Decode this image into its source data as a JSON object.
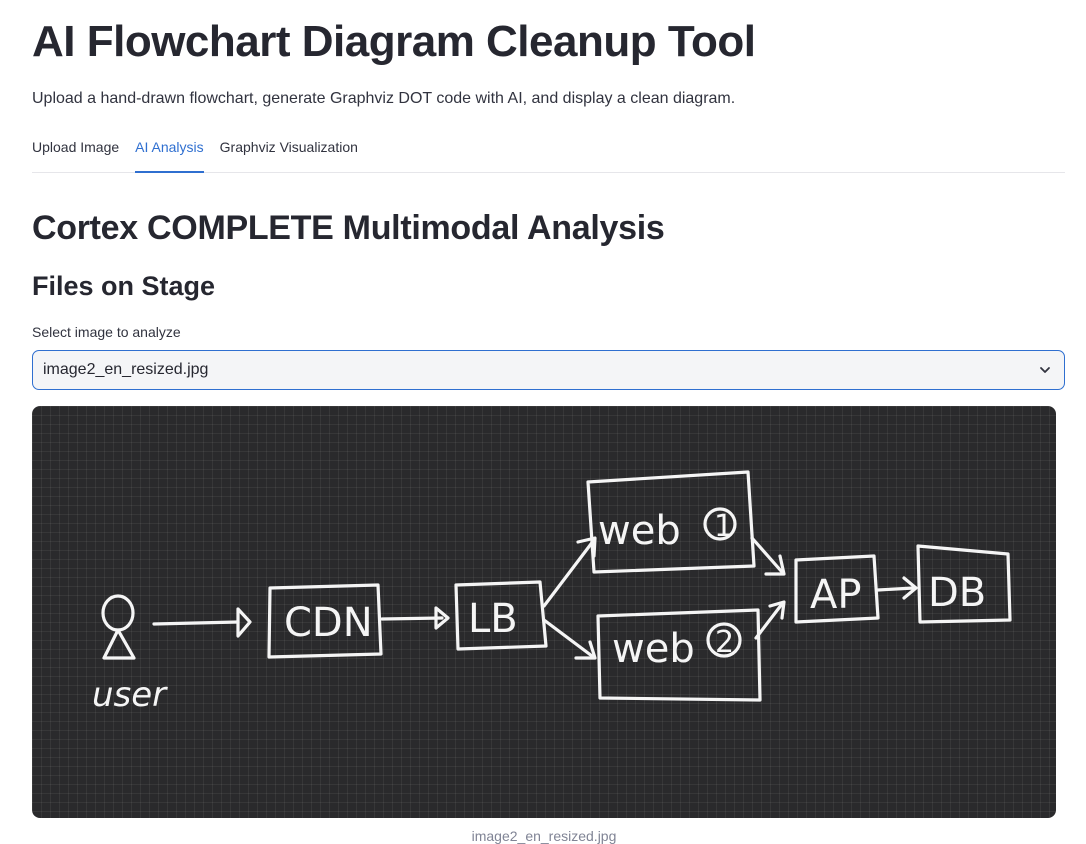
{
  "app": {
    "title": "AI Flowchart Diagram Cleanup Tool",
    "subtitle": "Upload a hand-drawn flowchart, generate Graphviz DOT code with AI, and display a clean diagram."
  },
  "tabs": [
    {
      "label": "Upload Image",
      "active": false
    },
    {
      "label": "AI Analysis",
      "active": true
    },
    {
      "label": "Graphviz Visualization",
      "active": false
    }
  ],
  "analysis": {
    "heading": "Cortex COMPLETE Multimodal Analysis",
    "files_heading": "Files on Stage",
    "select_label": "Select image to analyze",
    "selected_file": "image2_en_resized.jpg",
    "caption": "image2_en_resized.jpg"
  },
  "sketch": {
    "labels": {
      "user": "user",
      "cdn": "CDN",
      "lb": "LB",
      "web1": "web",
      "web1_num": "1",
      "web2": "web",
      "web2_num": "2",
      "ap": "AP",
      "db": "DB"
    }
  },
  "colors": {
    "accent": "#2f6fd0",
    "text": "#262730",
    "image_background": "#2a2a2c"
  }
}
